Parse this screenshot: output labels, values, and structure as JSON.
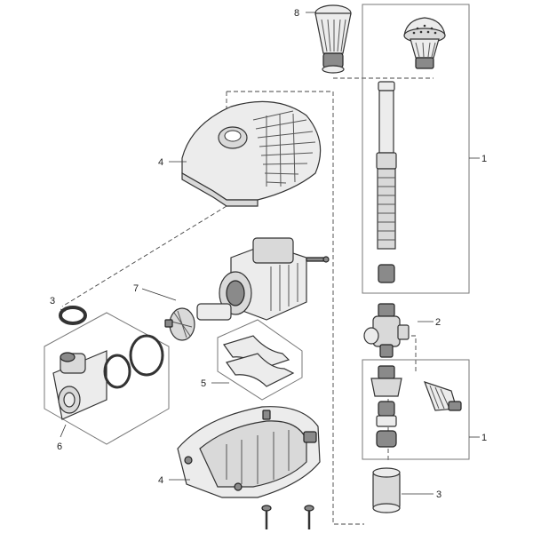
{
  "callouts": {
    "fountain_set_top": "1",
    "fountain_set_bottom": "1",
    "t_piece": "2",
    "o_ring": "3",
    "adapter_sleeve": "3",
    "cover_top": "4",
    "housing_base": "4",
    "foam_holder": "5",
    "pump_housing_front": "6",
    "rotor": "7",
    "nozzle_head": "8"
  },
  "colors": {
    "part_fill": "#d9d9d9",
    "part_dark": "#8a8a8a",
    "outline": "#333333",
    "frame": "#777777"
  }
}
